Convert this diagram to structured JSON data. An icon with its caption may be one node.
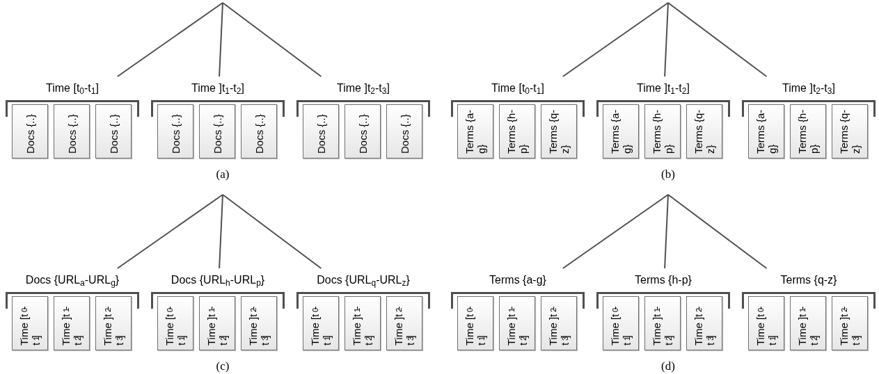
{
  "diagram": {
    "nodes": [
      {
        "text": [
          "Time [t$_{0}$-t$_{1}$]"
        ]
      },
      {
        "text": [
          "Docs {..}"
        ],
        "in": 0
      },
      {
        "text": [
          "Docs {..}"
        ],
        "in": 0
      },
      {
        "text": [
          "Docs {..}"
        ],
        "in": 0
      },
      {
        "text": [
          "Time ]t$_{1}$-t$_{2}$]"
        ]
      },
      {
        "text": [
          "Docs {..}"
        ],
        "in": 4
      },
      {
        "text": [
          "Docs {..}"
        ],
        "in": 4
      },
      {
        "text": [
          "Docs {..}"
        ],
        "in": 4
      },
      {
        "text": [
          "Time ]t$_{2}$-t$_{3}$]"
        ]
      },
      {
        "text": [
          "Docs {..}"
        ],
        "in": 8
      },
      {
        "text": [
          "Docs {..}"
        ],
        "in": 8
      },
      {
        "text": [
          "Docs {..}"
        ],
        "in": 8
      },
      {
        "text": [
          "Time [t$_{0}$-t$_{1}$]"
        ]
      },
      {
        "text": [
          "Terms {a-g}"
        ],
        "in": 12
      },
      {
        "text": [
          "Terms {h-p}"
        ],
        "in": 12
      },
      {
        "text": [
          "Terms {q-z}"
        ],
        "in": 12
      },
      {
        "text": [
          "Time ]t$_{1}$-t$_{2}$]"
        ]
      },
      {
        "text": [
          "Terms {a-g}"
        ],
        "in": 16
      },
      {
        "text": [
          "Terms {h-p}"
        ],
        "in": 16
      },
      {
        "text": [
          "Terms {q-z}"
        ],
        "in": 16
      },
      {
        "text": [
          "Time ]t$_{2}$-t$_{3}$]"
        ]
      },
      {
        "text": [
          "Terms {a-g}"
        ],
        "in": 20
      },
      {
        "text": [
          "Terms {h-p}"
        ],
        "in": 20
      },
      {
        "text": [
          "Terms {q-z}"
        ],
        "in": 20
      },
      {
        "text": [
          "Docs {URL$_{a}$-URL$_{g}$}"
        ]
      },
      {
        "text": [
          "Time [t$_{0}$-t$_{1}$]"
        ],
        "in": 24
      },
      {
        "text": [
          "Time ]t$_{1}$-t$_{2}$]"
        ],
        "in": 24
      },
      {
        "text": [
          "Time ]t$_{2}$-t$_{3}$]"
        ],
        "in": 24
      },
      {
        "text": [
          "Docs {URL$_{h}$-URL$_{p}$}"
        ]
      },
      {
        "text": [
          "Time [t$_{0}$-t$_{1}$]"
        ],
        "in": 28
      },
      {
        "text": [
          "Time ]t$_{1}$-t$_{2}$]"
        ],
        "in": 28
      },
      {
        "text": [
          "Time ]t$_{2}$-t$_{3}$]"
        ],
        "in": 28
      },
      {
        "text": [
          "Docs {URL$_{q}$-URL$_{z}$}"
        ]
      },
      {
        "text": [
          "Time [t$_{0}$-t$_{1}$]"
        ],
        "in": 32
      },
      {
        "text": [
          "Time ]t$_{1}$-t$_{2}$]"
        ],
        "in": 32
      },
      {
        "text": [
          "Time ]t$_{2}$-t$_{3}$]"
        ],
        "in": 32
      },
      {
        "text": [
          "Terms {a-g}"
        ]
      },
      {
        "text": [
          "Time [t$_{0}$-t$_{1}$]"
        ],
        "in": 36
      },
      {
        "text": [
          "Time ]t$_{1}$-t$_{2}$]"
        ],
        "in": 36
      },
      {
        "text": [
          "Time ]t$_{2}$-t$_{3}$]"
        ],
        "in": 36
      },
      {
        "text": [
          "Terms {h-p}"
        ]
      },
      {
        "text": [
          "Time [t$_{0}$-t$_{1}$]"
        ],
        "in": 40
      },
      {
        "text": [
          "Time ]t$_{1}$-t$_{2}$]"
        ],
        "in": 40
      },
      {
        "text": [
          "Time ]t$_{2}$-t$_{3}$]"
        ],
        "in": 40
      },
      {
        "text": [
          "Terms {q-z}"
        ]
      },
      {
        "text": [
          "Time [t$_{0}$-t$_{1}$]"
        ],
        "in": 44
      },
      {
        "text": [
          "Time ]t$_{1}$-t$_{2}$]"
        ],
        "in": 44
      },
      {
        "text": [
          "Time ]t$_{2}$-t$_{3}$]"
        ],
        "in": 44
      }
    ],
    "edges": [
      {
        "from": null,
        "to": 0,
        "arrow": "none"
      },
      {
        "from": null,
        "to": 4,
        "arrow": "none"
      },
      {
        "from": null,
        "to": 8,
        "arrow": "none"
      },
      {
        "from": null,
        "to": 12,
        "arrow": "none"
      },
      {
        "from": null,
        "to": 16,
        "arrow": "none"
      },
      {
        "from": null,
        "to": 20,
        "arrow": "none"
      },
      {
        "from": null,
        "to": 24,
        "arrow": "none"
      },
      {
        "from": null,
        "to": 28,
        "arrow": "none"
      },
      {
        "from": null,
        "to": 32,
        "arrow": "none"
      },
      {
        "from": null,
        "to": 36,
        "arrow": "none"
      },
      {
        "from": null,
        "to": 40,
        "arrow": "none"
      },
      {
        "from": null,
        "to": 44,
        "arrow": "none"
      }
    ],
    "labels": [
      "(a)",
      "(b)",
      "(c)",
      "(d)"
    ]
  }
}
